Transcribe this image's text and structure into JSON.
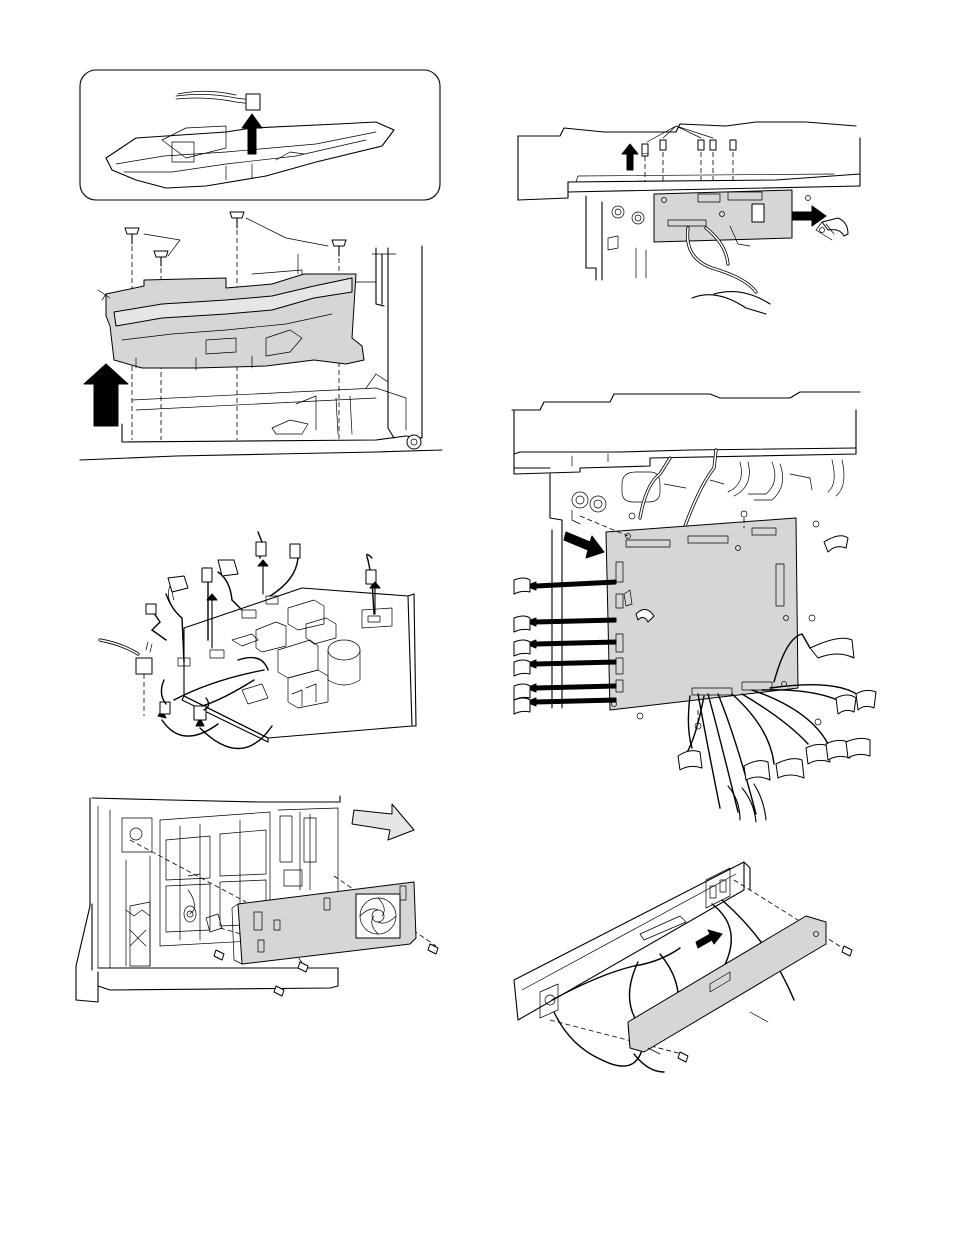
{
  "page": {
    "background": "#ffffff",
    "line_color": "#000000",
    "board_fill": "#d6d6d6"
  },
  "figures": [
    {
      "id": "laser-unit-removal",
      "icon": "laser-unit-icon"
    },
    {
      "id": "board-bracket-connectors",
      "icon": "pwb-connectors-icon"
    },
    {
      "id": "power-supply-connectors",
      "icon": "power-supply-icon"
    },
    {
      "id": "main-board-connectors",
      "icon": "main-pwb-icon"
    },
    {
      "id": "rear-panel-fan-removal",
      "icon": "rear-panel-icon"
    },
    {
      "id": "cover-panel-removal",
      "icon": "cover-panel-icon"
    }
  ]
}
